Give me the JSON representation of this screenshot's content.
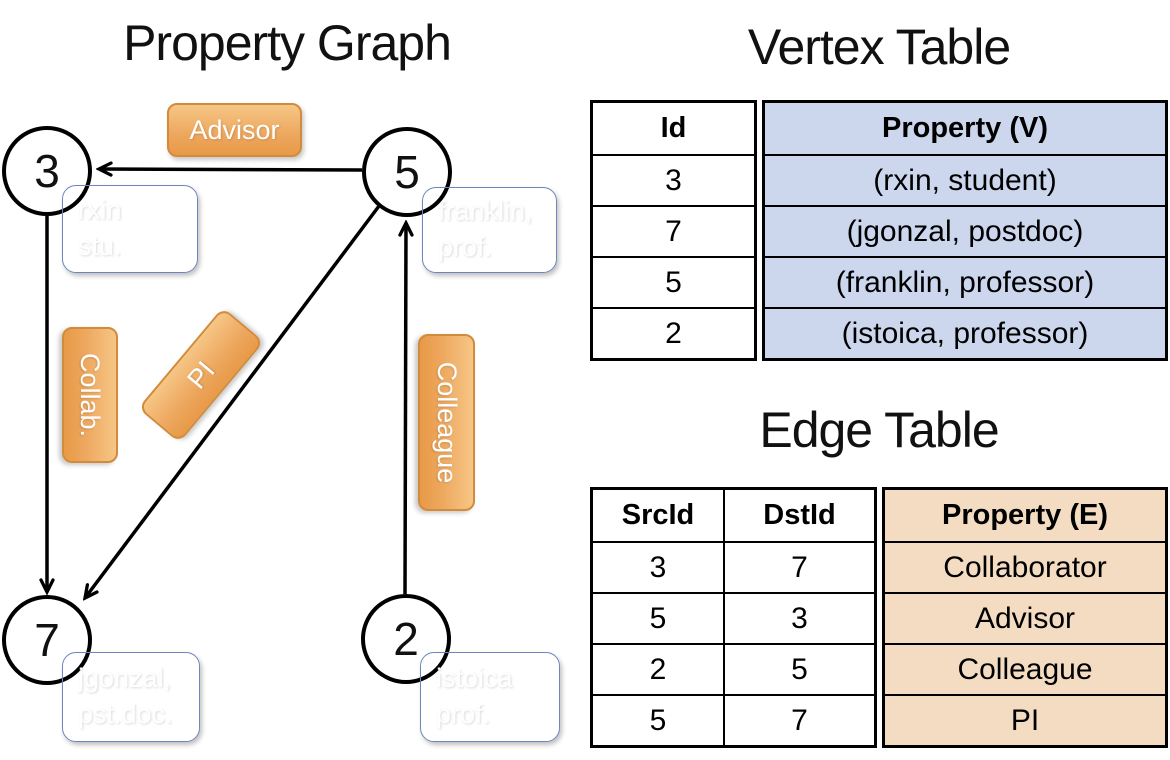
{
  "colors": {
    "edge_label_orange_top": "#f6c685",
    "edge_label_orange_bottom": "#e89a47",
    "vertex_box_blue_top": "#94abdc",
    "vertex_box_blue_bottom": "#7089c6",
    "vertex_table_property_bg": "#ccd7ee",
    "edge_table_property_bg": "#f3dcc2",
    "line_color": "#000000",
    "label_text": "#ffffff"
  },
  "graph": {
    "title": "Property Graph",
    "nodes": [
      {
        "id": "3",
        "property_line1": "rxin",
        "property_line2": "stu."
      },
      {
        "id": "5",
        "property_line1": "franklin,",
        "property_line2": "prof."
      },
      {
        "id": "7",
        "property_line1": "jgonzal,",
        "property_line2": "pst.doc."
      },
      {
        "id": "2",
        "property_line1": "istoica",
        "property_line2": "prof."
      }
    ],
    "edge_labels": [
      {
        "label": "Advisor"
      },
      {
        "label": "Collab."
      },
      {
        "label": "PI"
      },
      {
        "label": "Colleague"
      }
    ]
  },
  "vertex_table": {
    "title": "Vertex Table",
    "headers": {
      "id": "Id",
      "property": "Property (V)"
    },
    "rows": [
      {
        "id": "3",
        "property": "(rxin, student)"
      },
      {
        "id": "7",
        "property": "(jgonzal, postdoc)"
      },
      {
        "id": "5",
        "property": "(franklin, professor)"
      },
      {
        "id": "2",
        "property": "(istoica, professor)"
      }
    ]
  },
  "edge_table": {
    "title": "Edge Table",
    "headers": {
      "src": "SrcId",
      "dst": "DstId",
      "property": "Property (E)"
    },
    "rows": [
      {
        "src": "3",
        "dst": "7",
        "property": "Collaborator"
      },
      {
        "src": "5",
        "dst": "3",
        "property": "Advisor"
      },
      {
        "src": "2",
        "dst": "5",
        "property": "Colleague"
      },
      {
        "src": "5",
        "dst": "7",
        "property": "PI"
      }
    ]
  }
}
